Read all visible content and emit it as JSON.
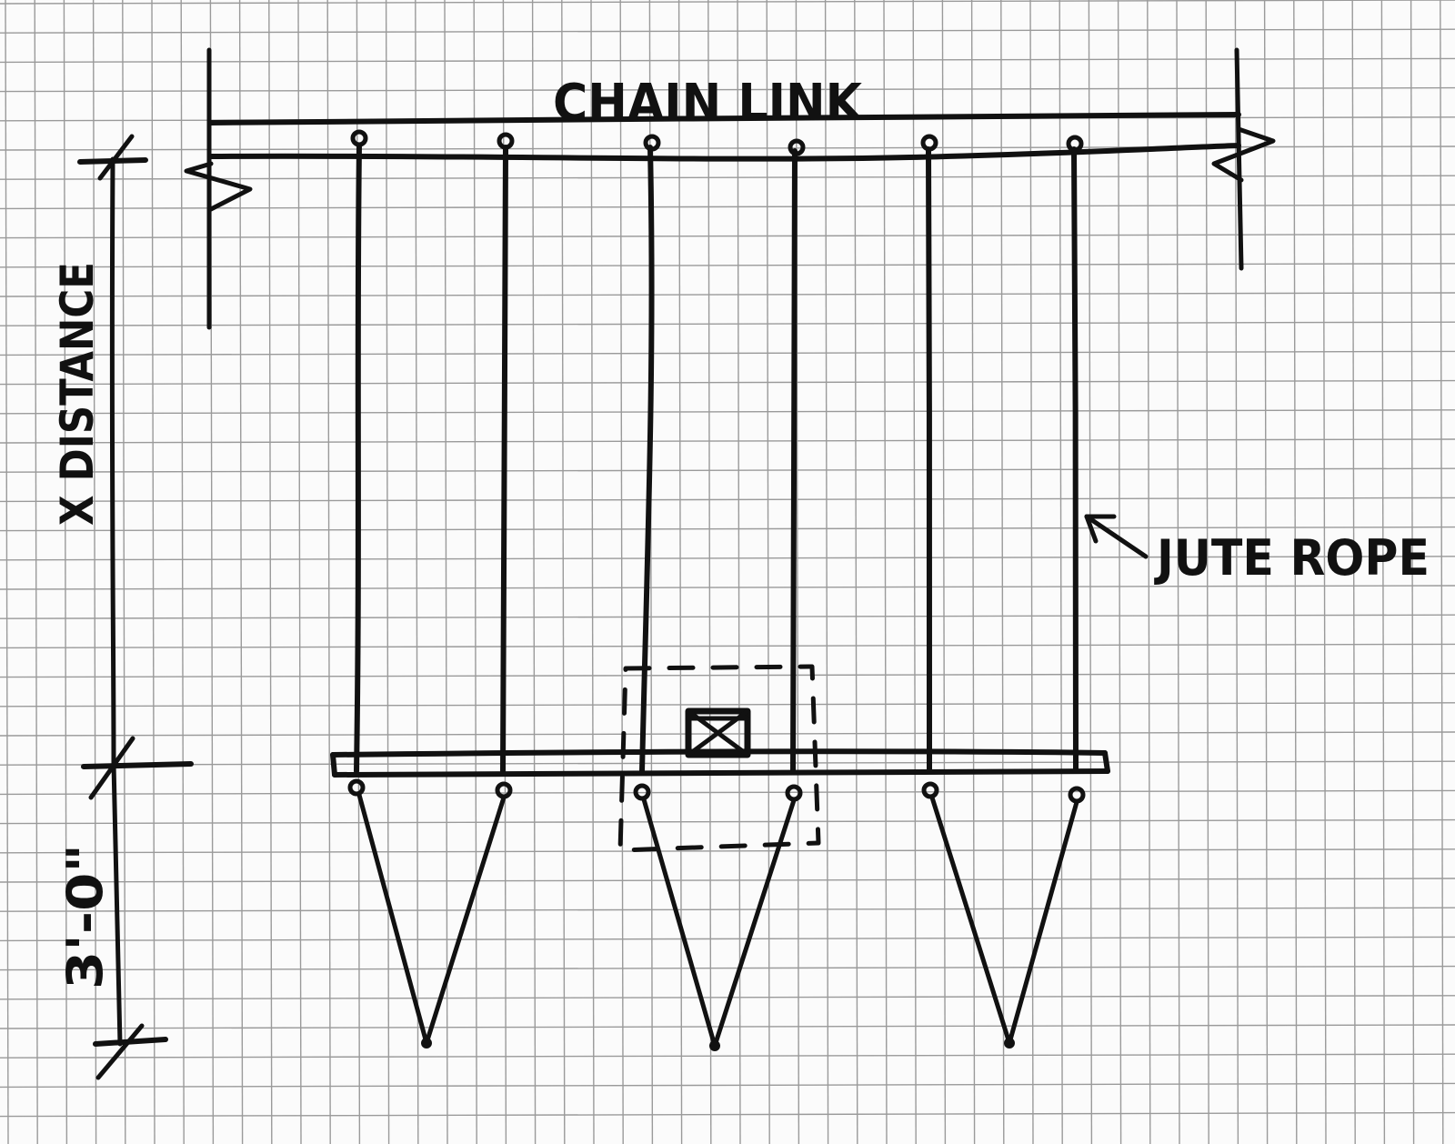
{
  "labels": {
    "top_bar": "CHAIN LINK",
    "rope": "JUTE ROPE",
    "dimension_upper": "X DISTANCE",
    "dimension_lower": "3'-0\""
  },
  "colors": {
    "ink": "#111111",
    "grid": "#9a9a9a",
    "paper": "#fbfbfb"
  }
}
